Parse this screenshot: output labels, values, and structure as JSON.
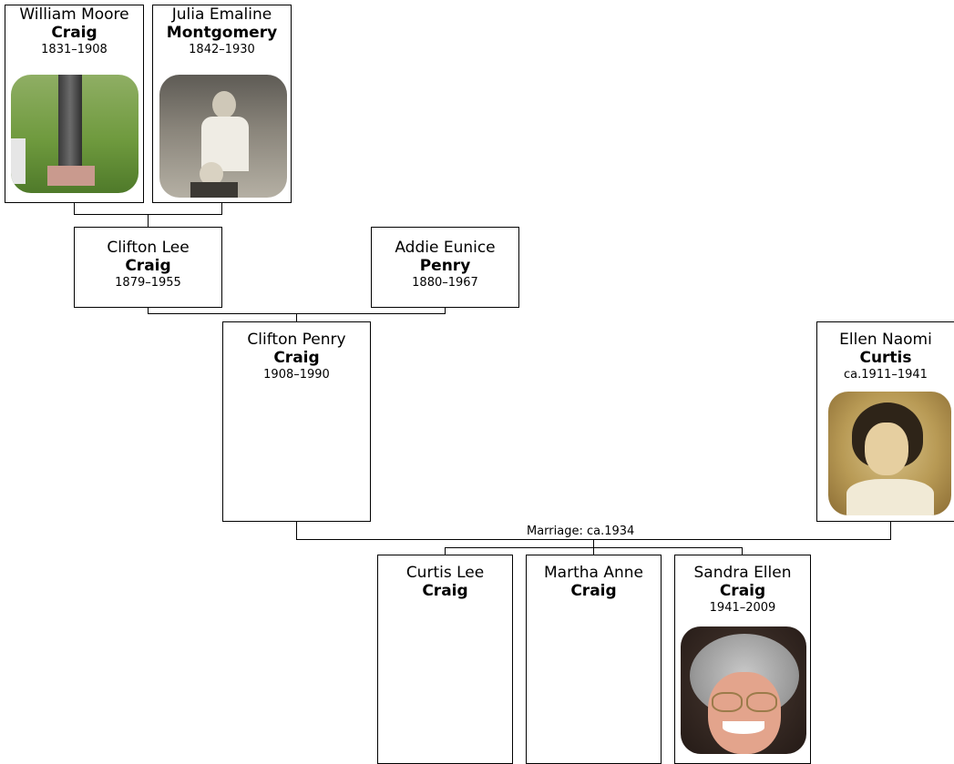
{
  "people": {
    "p1": {
      "given": "William Moore",
      "surname": "Craig",
      "dates": "1831–1908"
    },
    "p2": {
      "given": "Julia Emaline",
      "surname": "Montgomery",
      "dates": "1842–1930"
    },
    "p3": {
      "given": "Clifton Lee",
      "surname": "Craig",
      "dates": "1879–1955"
    },
    "p4": {
      "given": "Addie Eunice",
      "surname": "Penry",
      "dates": "1880–1967"
    },
    "p5": {
      "given": "Clifton Penry",
      "surname": "Craig",
      "dates": "1908–1990"
    },
    "p6": {
      "given": "Ellen Naomi",
      "surname": "Curtis",
      "dates": "ca.1911–1941"
    },
    "p7": {
      "given": "Curtis Lee",
      "surname": "Craig"
    },
    "p8": {
      "given": "Martha Anne",
      "surname": "Craig"
    },
    "p9": {
      "given": "Sandra Ellen",
      "surname": "Craig",
      "dates": "1941–2009"
    }
  },
  "marriage_label": "Marriage: ca.1934"
}
